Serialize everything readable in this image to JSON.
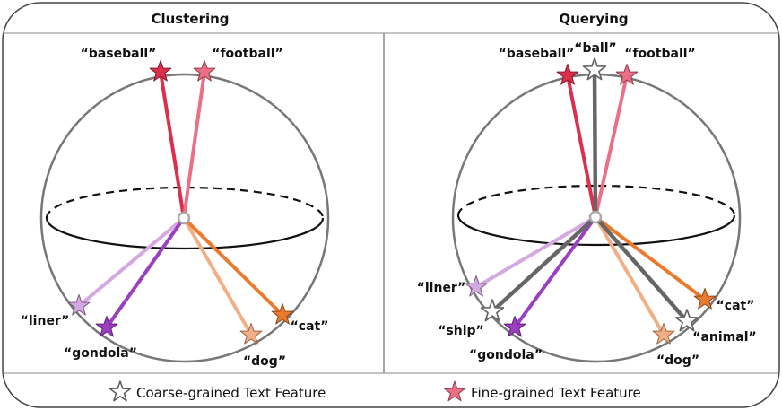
{
  "panels": {
    "clustering": {
      "title": "Clustering",
      "words": {
        "baseball": "“baseball”",
        "football": "“football”",
        "liner": "“liner”",
        "gondola": "“gondola”",
        "dog": "“dog”",
        "cat": "“cat”"
      }
    },
    "querying": {
      "title": "Querying",
      "words": {
        "baseball": "“baseball”",
        "ball": "“ball”",
        "football": "“football”",
        "liner": "“liner”",
        "ship": "“ship”",
        "gondola": "“gondola”",
        "dog": "“dog”",
        "animal": "“animal”",
        "cat": "“cat”"
      }
    }
  },
  "legend": {
    "coarse": "Coarse-grained Text Feature",
    "fine": "Fine-grained Text Feature"
  },
  "colors": {
    "baseball": "#dc2f4c",
    "football": "#ec6f85",
    "liner": "#d4a8e0",
    "gondola": "#9a3fbf",
    "dog": "#f2ae84",
    "cat": "#ea7a2e",
    "coarse": "#666666",
    "outline": "#555555"
  }
}
